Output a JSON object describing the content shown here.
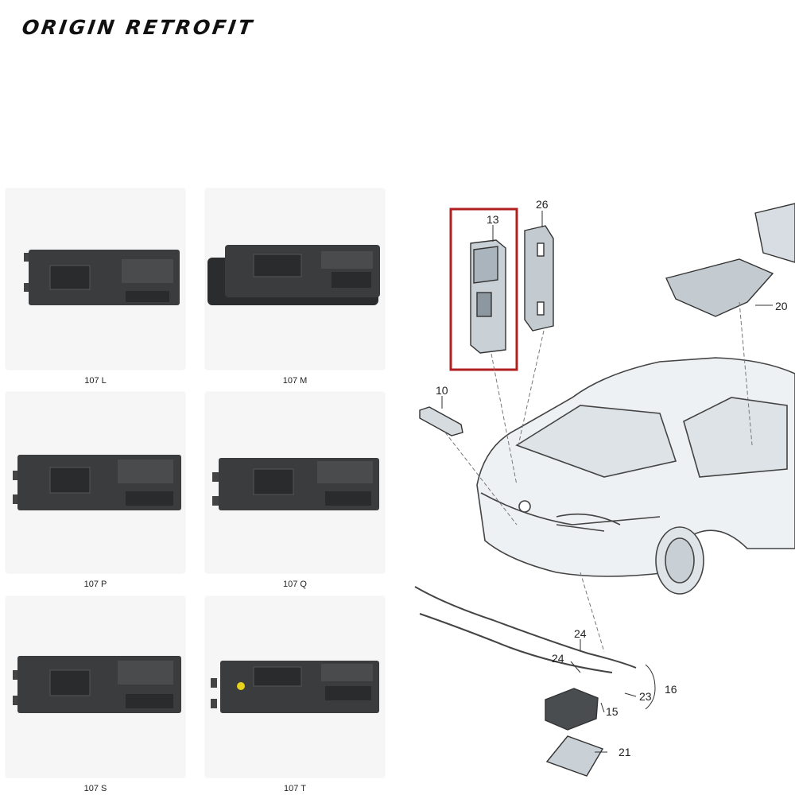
{
  "brand": "ORIGIN RETROFIT",
  "modules": [
    {
      "label": "107 L"
    },
    {
      "label": "107 M"
    },
    {
      "label": "107 P"
    },
    {
      "label": "107 Q"
    },
    {
      "label": "107 S"
    },
    {
      "label": "107 T"
    }
  ],
  "callouts": [
    {
      "id": "13"
    },
    {
      "id": "26"
    },
    {
      "id": "20"
    },
    {
      "id": "10"
    },
    {
      "id": "24"
    },
    {
      "id": "24"
    },
    {
      "id": "16"
    },
    {
      "id": "23"
    },
    {
      "id": "15"
    },
    {
      "id": "21"
    }
  ],
  "colors": {
    "highlight": "#b02020",
    "module": "#3b3c3e",
    "line": "#555555"
  }
}
